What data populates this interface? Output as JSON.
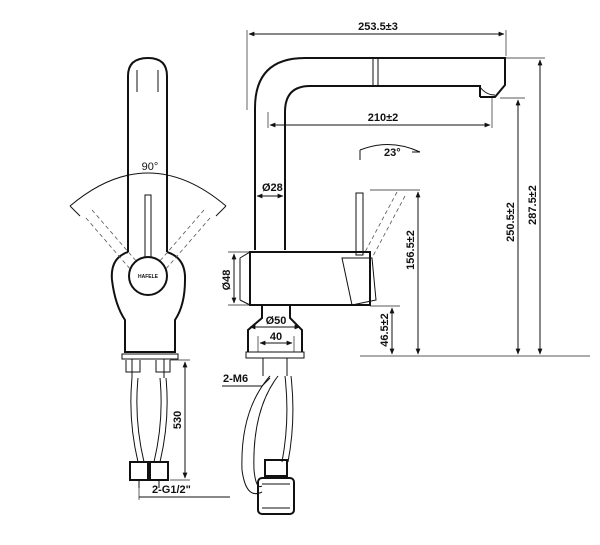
{
  "labels": {
    "angle_90": "90°",
    "thread": "2-G1/2\"",
    "length_530": "530",
    "logo": "HAFELE",
    "width_total": "253.5±3",
    "reach": "210±2",
    "angle_23": "23°",
    "dia_28": "Ø28",
    "dia_48": "Ø48",
    "dia_50": "Ø50",
    "base_40": "40",
    "stud": "2-M6",
    "h_156": "156.5±2",
    "h_46": "46.5±2",
    "h_250": "250.5±2",
    "h_287": "287.5±2"
  }
}
